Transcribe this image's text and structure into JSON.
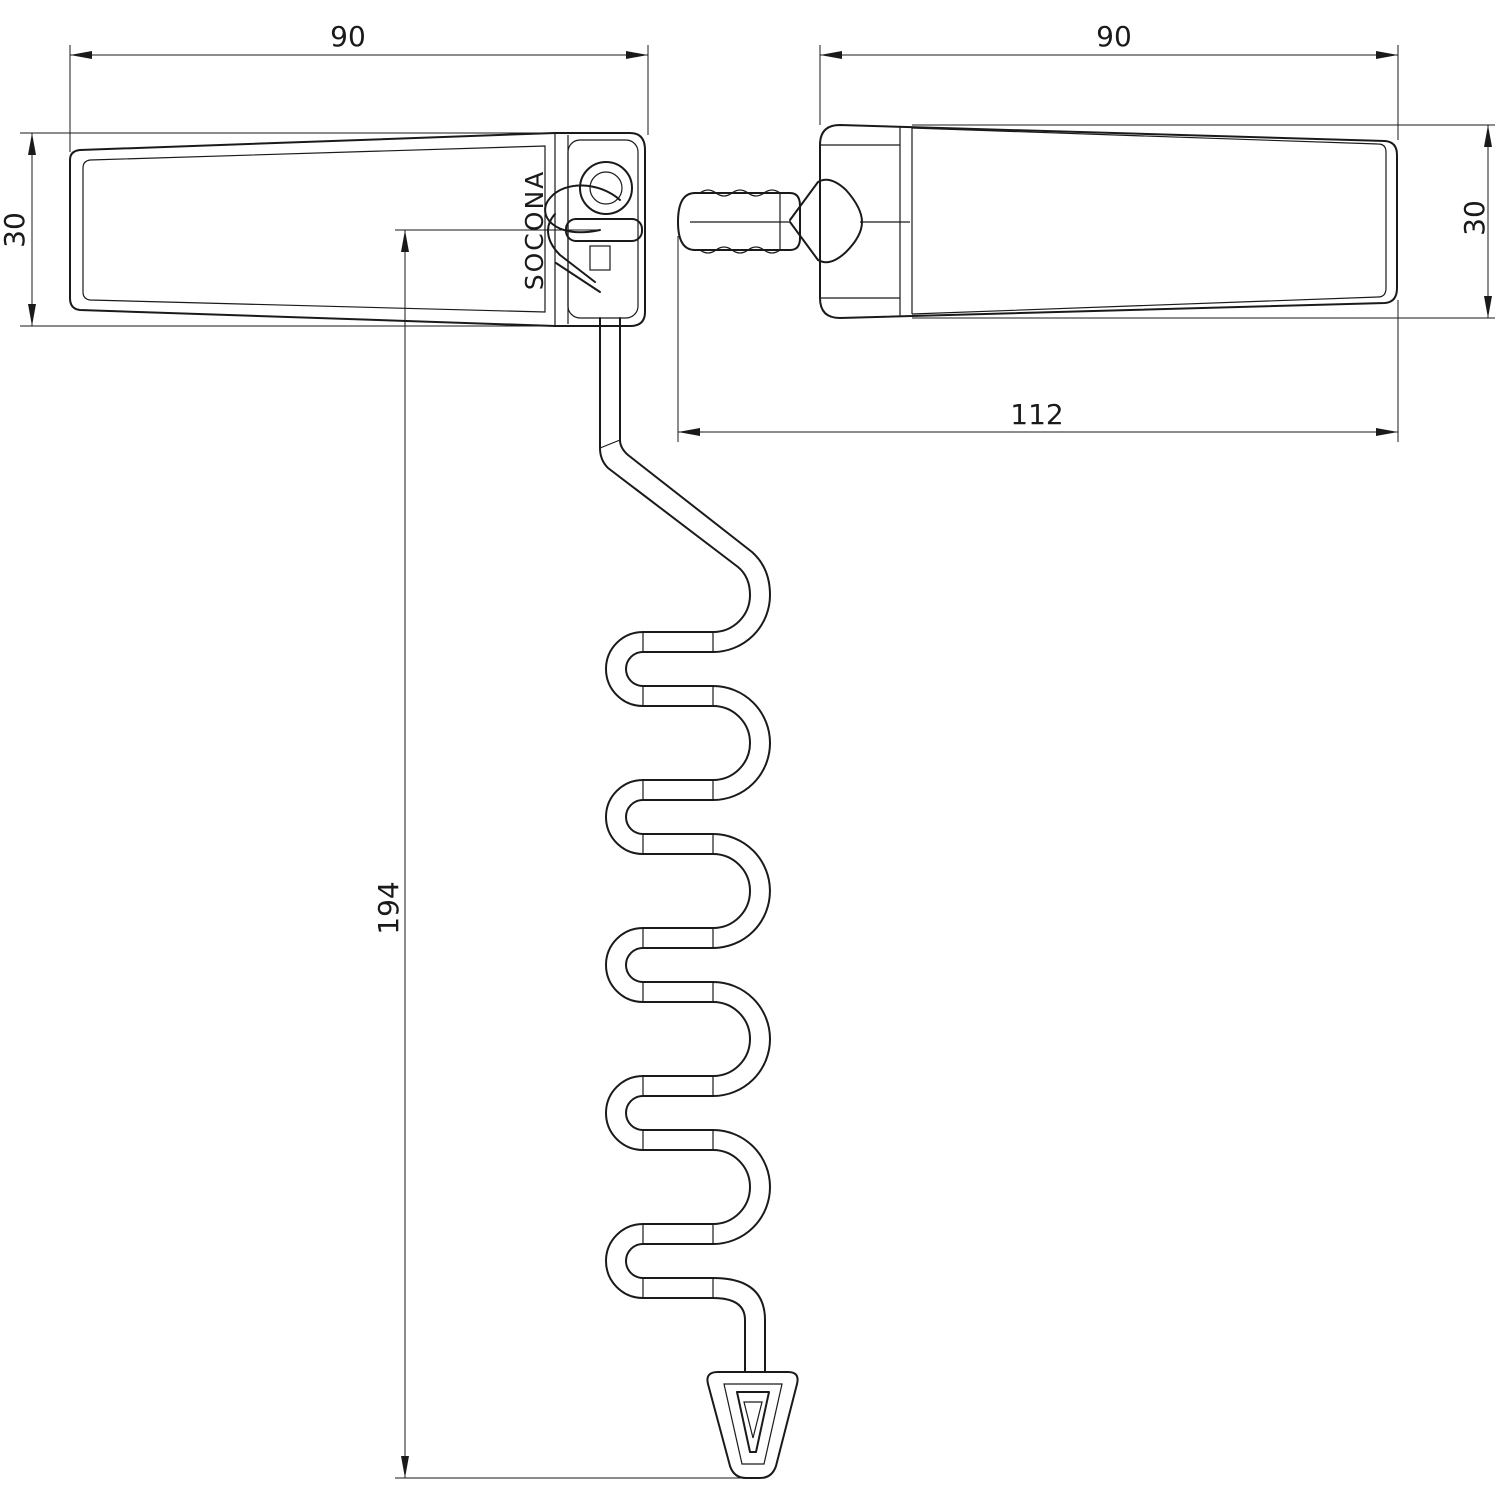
{
  "drawing": {
    "dimensions": {
      "left_handle_width": "90",
      "right_handle_width": "90",
      "left_handle_height": "30",
      "right_handle_height": "30",
      "handle_span": "112",
      "spiral_length": "194"
    },
    "brand": "SOCONA"
  }
}
